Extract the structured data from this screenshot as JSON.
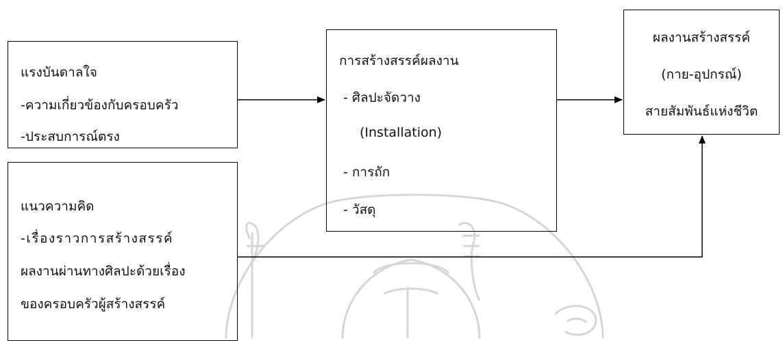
{
  "boxes": {
    "inspiration": {
      "lines": [
        "แรงบันดาลใจ",
        "-ความเกี่ยวข้องกับครอบครัว",
        "-ประสบการณ์ตรง"
      ]
    },
    "concept": {
      "lines": [
        "แนวความคิด",
        "-เรื่องราวการสร้างสรรค์",
        "ผลงานผ่านทางศิลปะด้วยเรื่อง",
        "ของครอบครัวผู้สร้างสรรค์"
      ]
    },
    "process": {
      "lines": [
        "การสร้างสรรค์ผลงาน",
        "- ศิลปะจัดวาง",
        "(Installation)",
        "- การถัก",
        "- วัสดุ"
      ]
    },
    "result": {
      "lines": [
        "ผลงานสร้างสรรค์",
        "(กาย-อุปกรณ์)",
        "สายสัมพันธ์แห่งชีวิต"
      ]
    }
  },
  "colors": {
    "line": "#000000",
    "text": "#111111",
    "watermark": "#d6d6d6"
  }
}
